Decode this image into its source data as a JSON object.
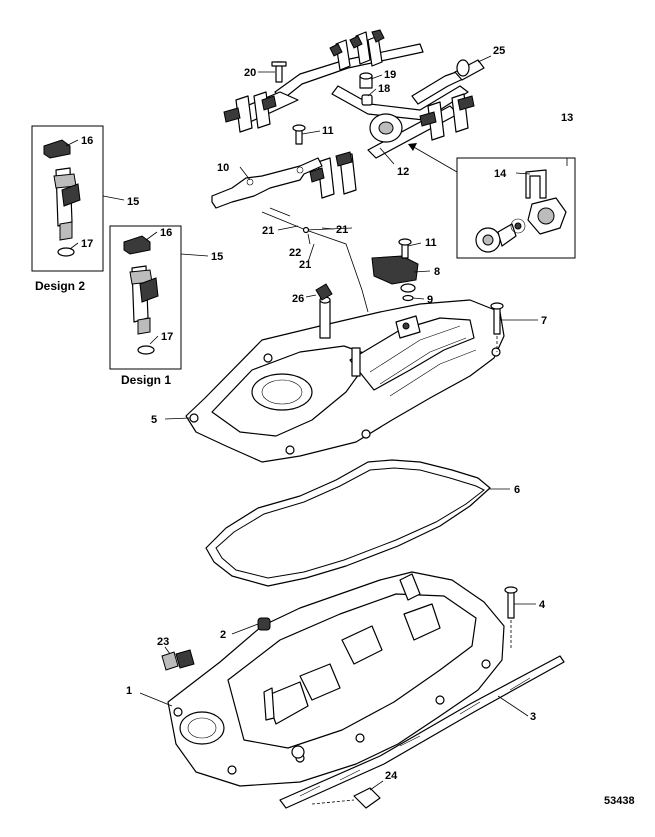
{
  "callouts": {
    "c1": "1",
    "c2": "2",
    "c3": "3",
    "c4": "4",
    "c5": "5",
    "c6": "6",
    "c7": "7",
    "c8": "8",
    "c9": "9",
    "c10": "10",
    "c11a": "11",
    "c11b": "11",
    "c12": "12",
    "c13": "13",
    "c14": "14",
    "c15a": "15",
    "c15b": "15",
    "c16a": "16",
    "c16b": "16",
    "c17a": "17",
    "c17b": "17",
    "c18": "18",
    "c19": "19",
    "c20": "20",
    "c21a": "21",
    "c21b": "21",
    "c21c": "21",
    "c22": "22",
    "c23": "23",
    "c24": "24",
    "c25": "25",
    "c26": "26"
  },
  "captions": {
    "design2": "Design 2",
    "design1": "Design 1"
  },
  "figure_number": "53438"
}
